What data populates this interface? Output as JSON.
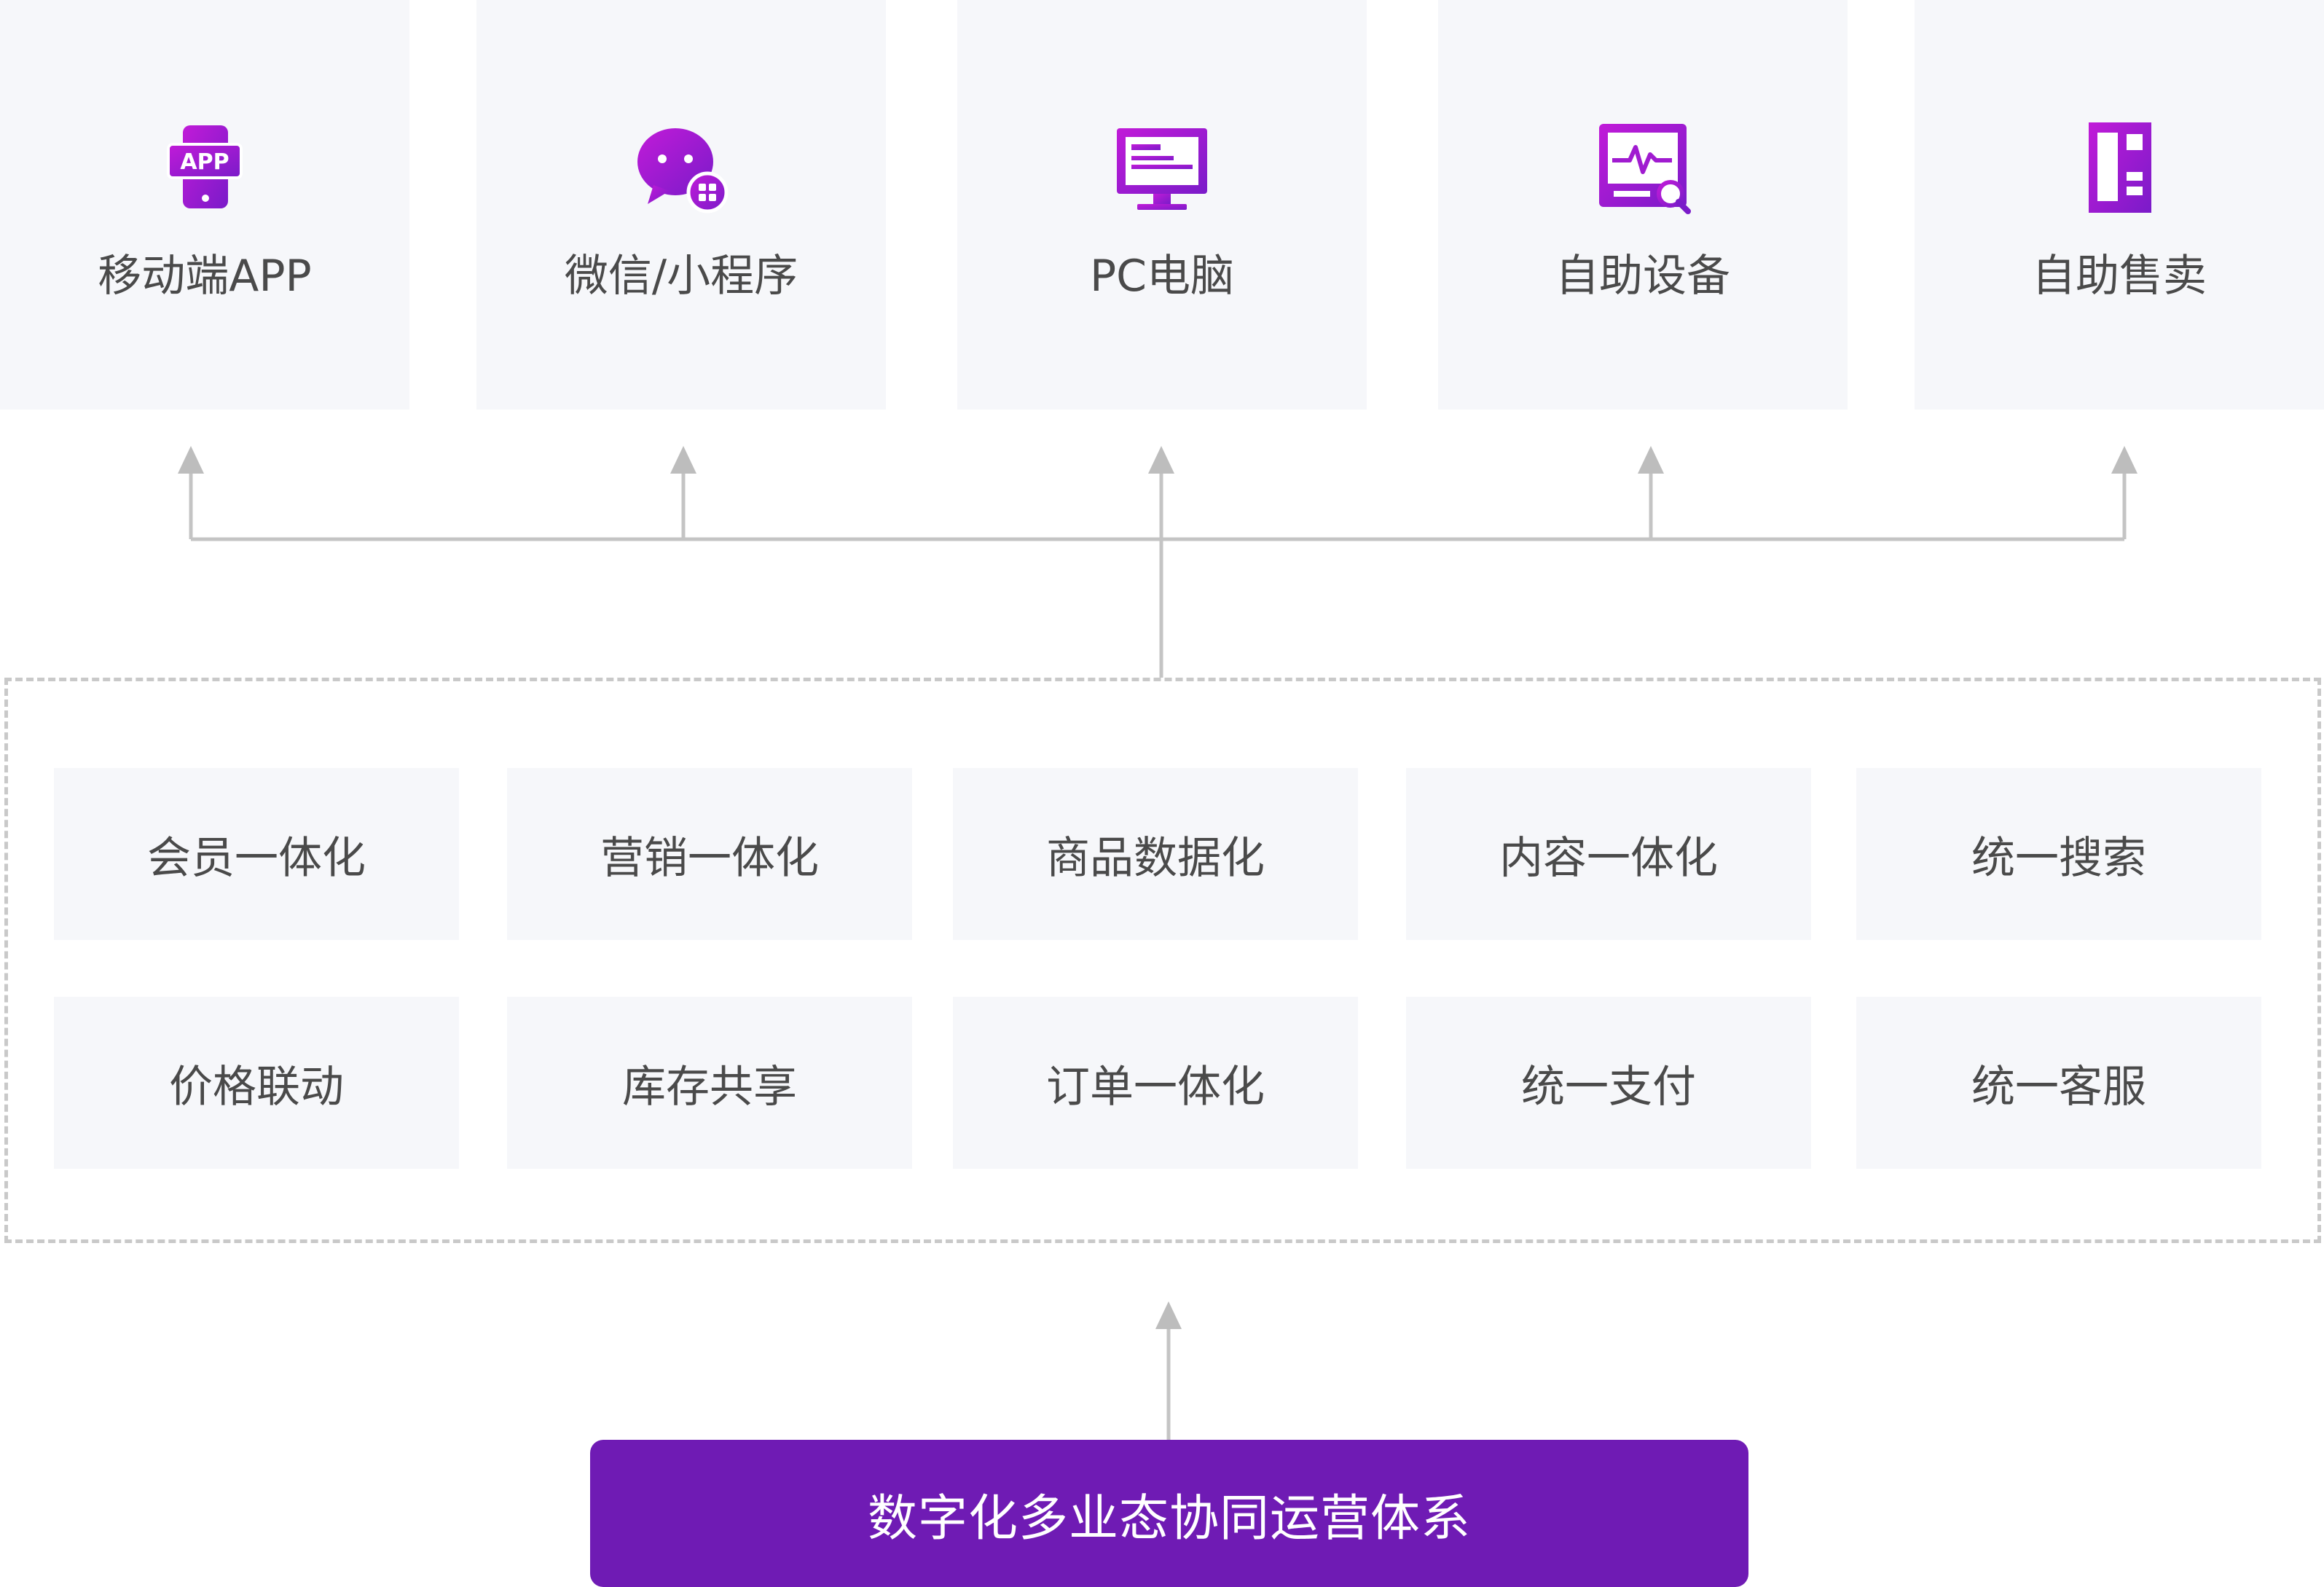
{
  "channels": [
    {
      "label": "移动端APP",
      "icon": "mobile-app-icon"
    },
    {
      "label": "微信/小程序",
      "icon": "wechat-miniprogram-icon"
    },
    {
      "label": "PC电脑",
      "icon": "pc-monitor-icon"
    },
    {
      "label": "自助设备",
      "icon": "self-service-device-icon"
    },
    {
      "label": "自助售卖",
      "icon": "vending-kiosk-icon"
    }
  ],
  "features": [
    {
      "label": "会员一体化"
    },
    {
      "label": "营销一体化"
    },
    {
      "label": "商品数据化"
    },
    {
      "label": "内容一体化"
    },
    {
      "label": "统一搜索"
    },
    {
      "label": "价格联动"
    },
    {
      "label": "库存共享"
    },
    {
      "label": "订单一体化"
    },
    {
      "label": "统一支付"
    },
    {
      "label": "统一客服"
    }
  ],
  "base": {
    "label": "数字化多业态协同运营体系"
  },
  "colors": {
    "accent": "#6f1bb4",
    "icon_gradient_start": "#c11bd8",
    "icon_gradient_end": "#7a1bc9",
    "card_bg": "#f6f7fa",
    "connector": "#bdbdbd",
    "text": "#4a4a4a"
  }
}
